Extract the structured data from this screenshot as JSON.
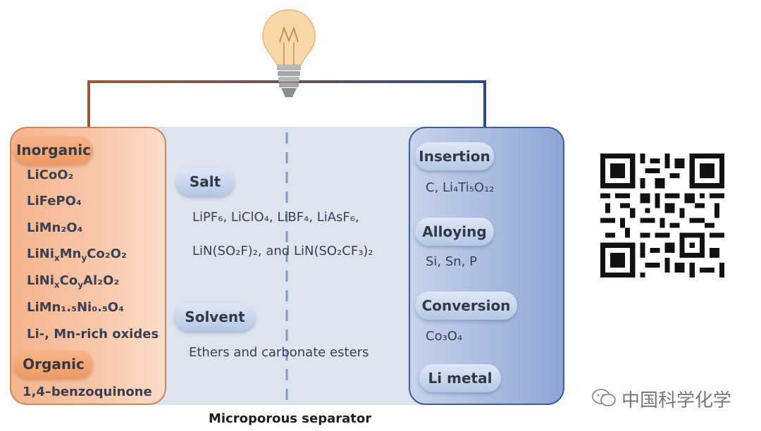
{
  "cathode": {
    "heading_inorganic": "Inorganic",
    "materials": [
      "LiCoO₂",
      "LiFePO₄",
      "LiMn₂O₄",
      "LiNi<sub>x</sub>Mn<sub>y</sub>Co₂O₂",
      "LiNi<sub>x</sub>Co<sub>y</sub>Al₂O₂",
      "LiMn₁.₅Ni₀.₅O₄",
      "Li-, Mn-rich oxides"
    ],
    "heading_organic": "Organic",
    "organic_material": "1,4–benzoquinone"
  },
  "electrolyte": {
    "salt_label": "Salt",
    "salt_line1": "LiPF₆, LiClO₄, LiBF₄, LiAsF₆,",
    "salt_line2": "LiN(SO₂F)₂, and LiN(SO₂CF₃)₂",
    "solvent_label": "Solvent",
    "solvent_text": "Ethers and carbonate esters",
    "separator_label": "Microporous separator"
  },
  "anode": {
    "insertion_label": "Insertion",
    "insertion_text": "C, Li₄Ti₅O₁₂",
    "alloying_label": "Alloying",
    "alloying_text": "Si, Sn, P",
    "conversion_label": "Conversion",
    "conversion_text": "Co₃O₄",
    "limetal_label": "Li metal"
  },
  "watermark": {
    "text": "中国科学化学"
  },
  "colors": {
    "cathode": "#f2a577",
    "anode": "#8fa6d4",
    "electrolyte": "#dbe3ee",
    "wire_left": "#9a5a36",
    "wire_right": "#2e4b7d"
  }
}
